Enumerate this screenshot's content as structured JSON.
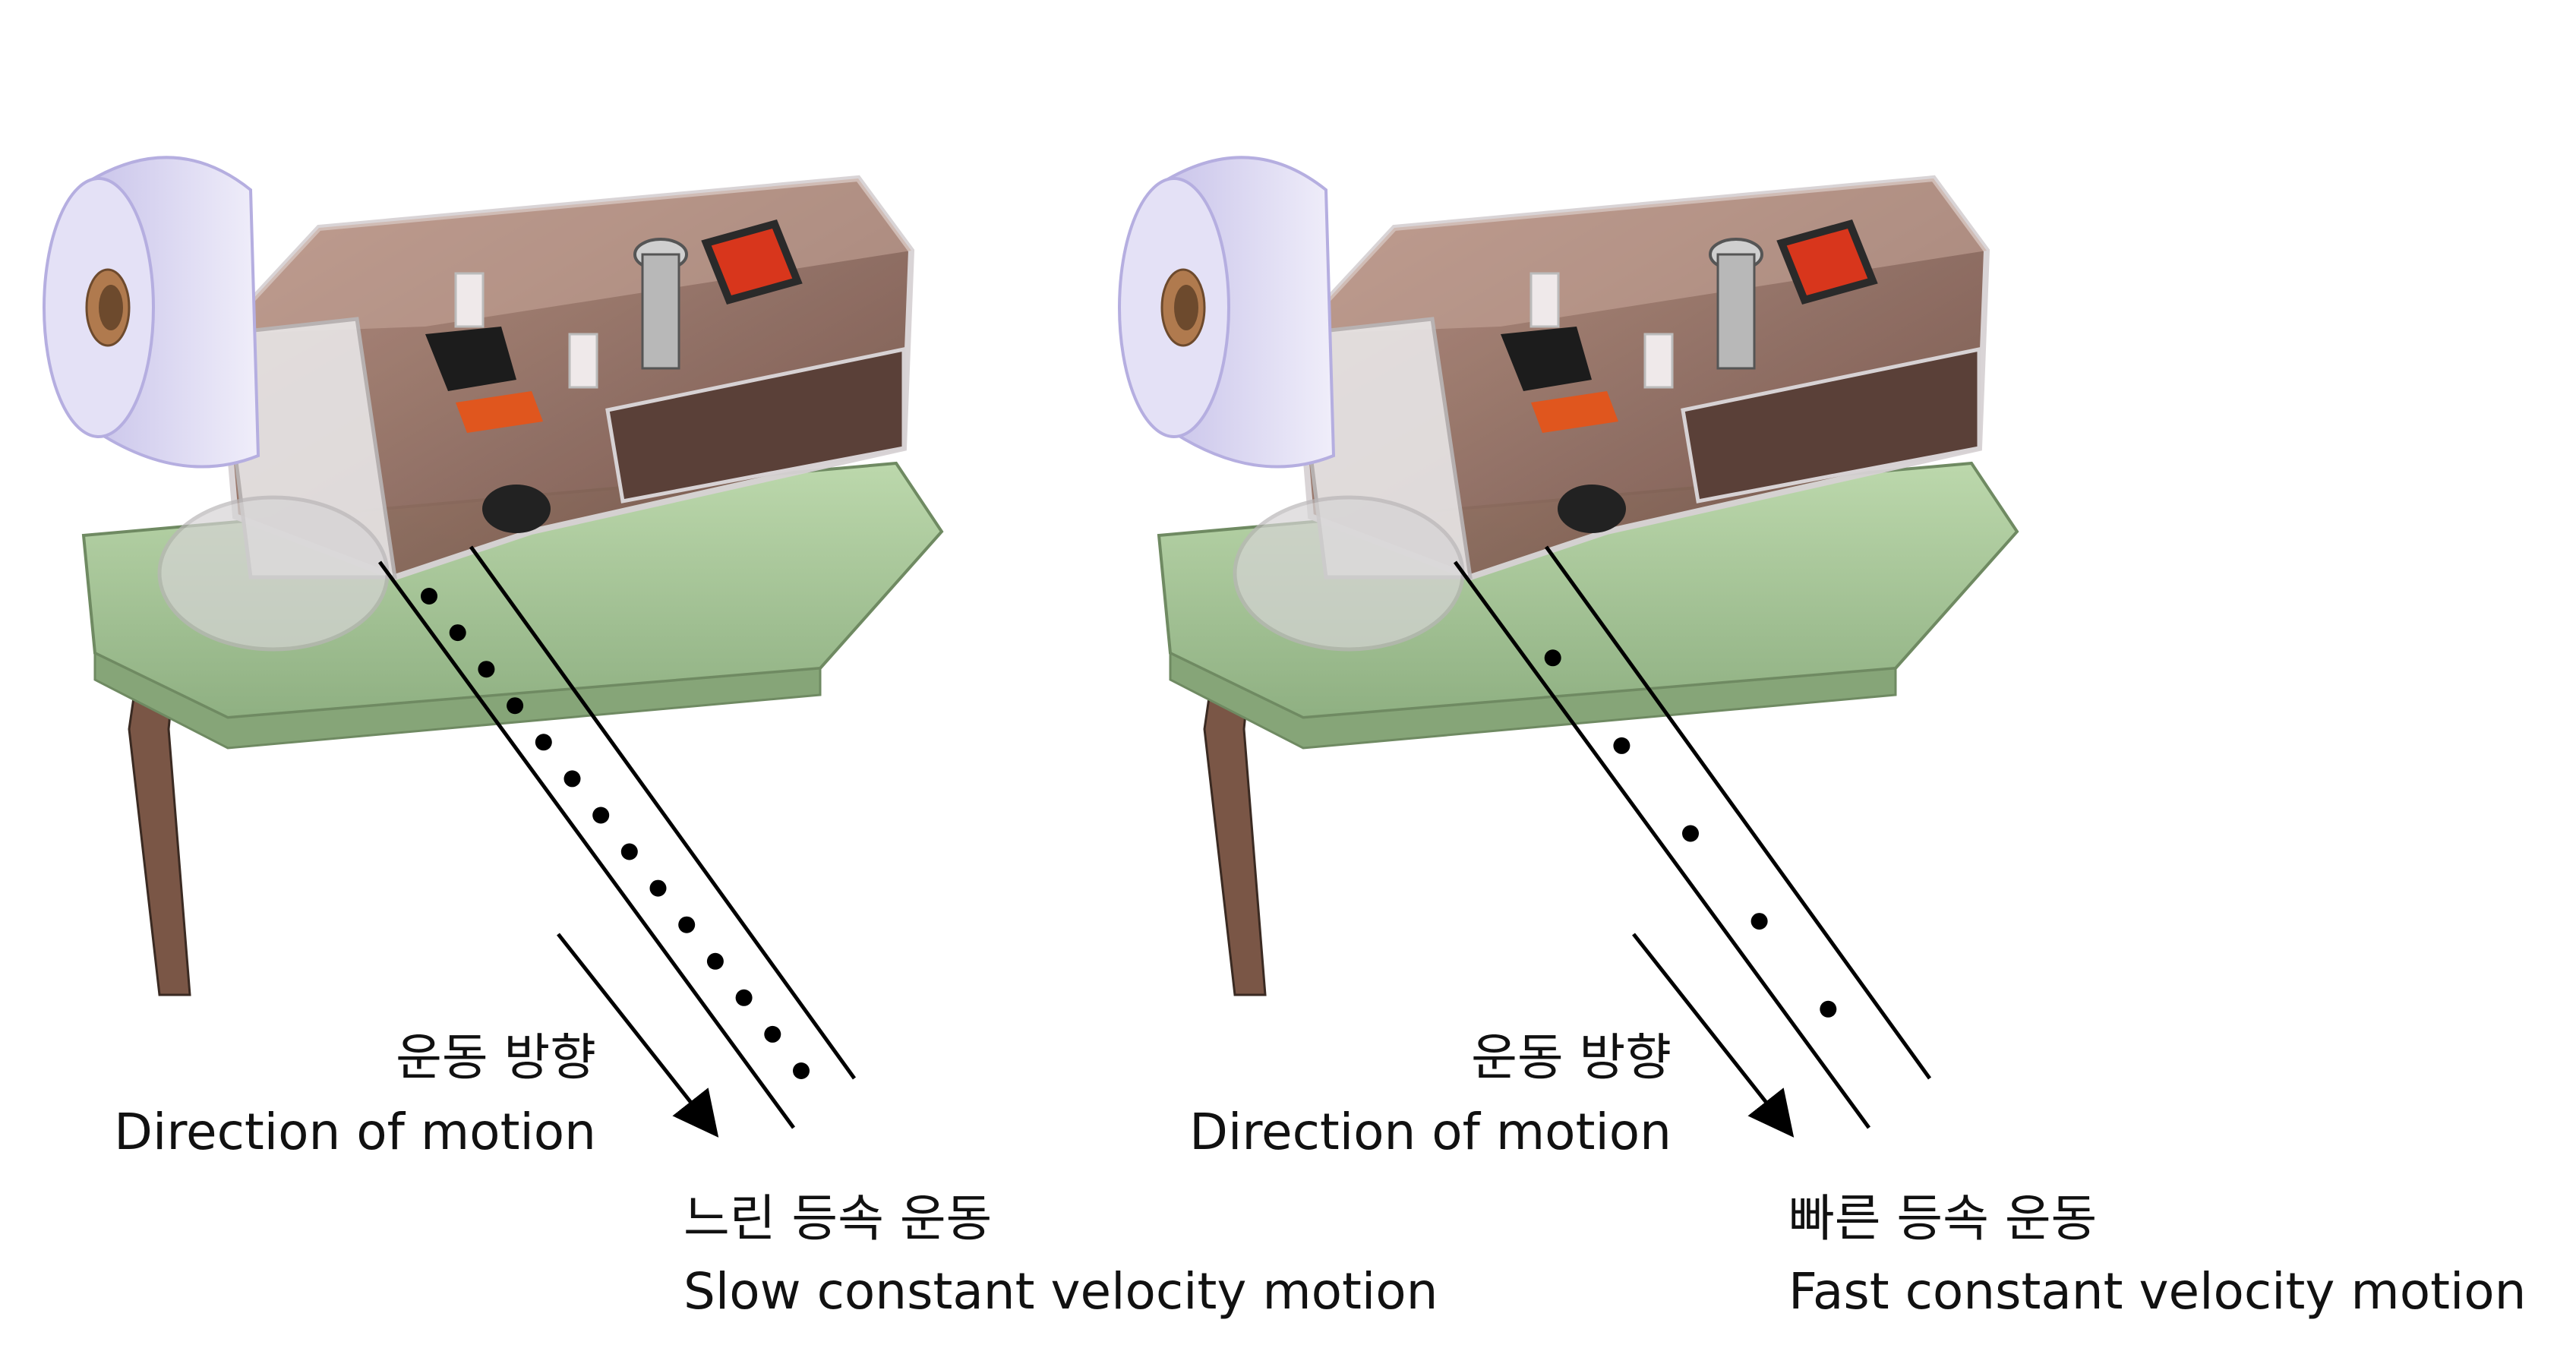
{
  "colors": {
    "tape_roll": "#d8d4ee",
    "roll_core": "#b07a4e",
    "case_body": "#9a7262",
    "case_shell": "#e3e0e1",
    "base_plate": "#a9c79a",
    "switch_red": "#d8361c",
    "stand_rod": "#6a4a3a",
    "ink": "#000000"
  },
  "panels": [
    {
      "id": "slow",
      "direction_ko": "운동 방향",
      "direction_en": "Direction of motion",
      "motion_ko": "느린 등속 운동",
      "motion_en": "Slow constant velocity motion",
      "dot_count": 14,
      "icons": [
        "paper-tape-roll-icon",
        "ticker-timer-icon",
        "direction-arrow-icon"
      ]
    },
    {
      "id": "fast",
      "direction_ko": "운동 방향",
      "direction_en": "Direction of motion",
      "motion_ko": "빠른 등속 운동",
      "motion_en": "Fast constant velocity motion",
      "dot_count": 5,
      "icons": [
        "paper-tape-roll-icon",
        "ticker-timer-icon",
        "direction-arrow-icon"
      ]
    }
  ]
}
